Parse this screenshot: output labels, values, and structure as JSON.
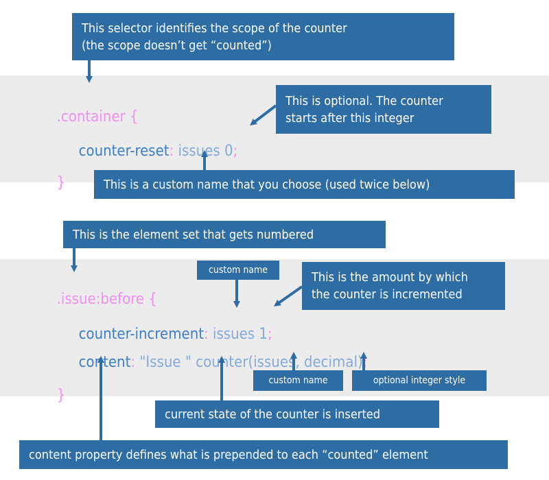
{
  "block1": {
    "selector": ".container",
    "open_brace": "{",
    "property": "counter-reset",
    "colon": ":",
    "value_name": "issues",
    "value_int": "0",
    "semicolon": ";",
    "close_brace": "}"
  },
  "block2": {
    "selector": ".issue:before",
    "open_brace": "{",
    "line1_property": "counter-increment",
    "colon": ":",
    "line1_value": "issues 1",
    "semicolon": ";",
    "line2_property": "content",
    "line2_string": "\"Issue \"",
    "line2_func": "counter(issues, decimal)",
    "close_brace": "}"
  },
  "callouts": {
    "scope_line1": "This selector identifies the scope of the counter",
    "scope_line2": "(the scope doesn’t get “counted”)",
    "optional_line1": "This is optional. The counter",
    "optional_line2": "starts after this integer",
    "custom_name_choose": "This is a custom name that you choose (used twice below)",
    "element_set": "This is the element set that gets numbered",
    "custom_name_top": "custom name",
    "amount_line1": "This is the amount by which",
    "amount_line2": "the counter is incremented",
    "custom_name_bottom": "custom name",
    "optional_style": "optional integer style",
    "current_state": "current state of the counter is inserted",
    "content_property": "content property defines what is prepended to each “counted” element"
  },
  "colors": {
    "callout_bg": "#2e6da4",
    "band_bg": "#ececec",
    "selector_pink": "#ef8ff0",
    "property_blue": "#3d7fc7",
    "value_light_blue": "#84a9dc"
  }
}
